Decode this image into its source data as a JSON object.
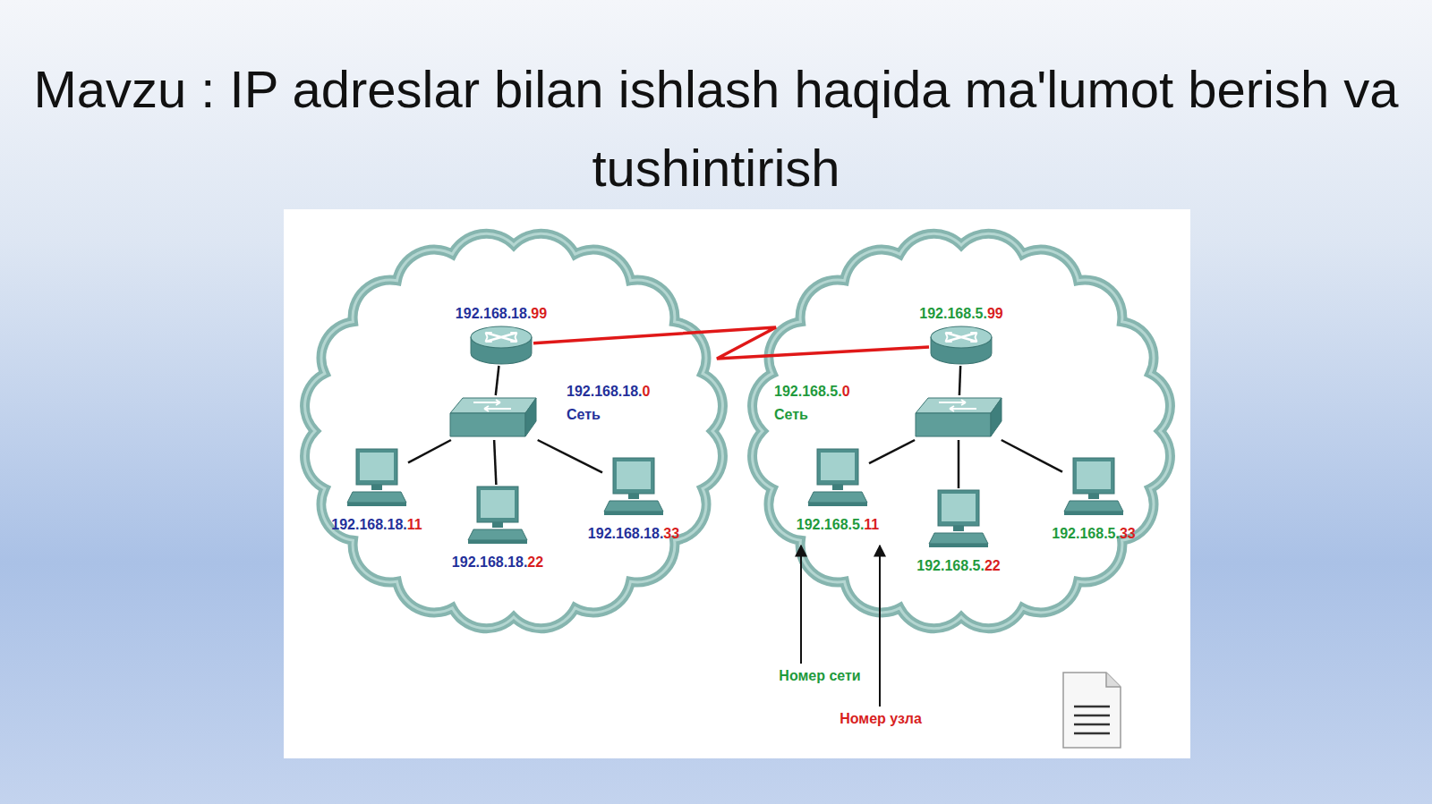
{
  "diagram": {
    "title": "Mavzu : IP adreslar bilan ishlash haqida ma'lumot berish va tushintirish",
    "nodes": [
      {
        "text": [
          "192.168.18.",
          "99"
        ]
      },
      {
        "text": [
          "192.168.18.",
          "0",
          "Сеть"
        ]
      },
      {
        "text": [
          "192.168.18.",
          "11"
        ]
      },
      {
        "text": [
          "192.168.18.",
          "22"
        ]
      },
      {
        "text": [
          "192.168.18.",
          "33"
        ]
      },
      {
        "text": [
          "192.168.5.",
          "99"
        ]
      },
      {
        "text": [
          "192.168.5.",
          "0",
          "Сеть"
        ]
      },
      {
        "text": [
          "192.168.5.",
          "11"
        ]
      },
      {
        "text": [
          "192.168.5.",
          "22"
        ]
      },
      {
        "text": [
          "192.168.5.",
          "33"
        ]
      }
    ],
    "edges": [
      {
        "from": 0,
        "to": 1,
        "arrow": "none"
      },
      {
        "from": 1,
        "to": 2,
        "arrow": "none"
      },
      {
        "from": 1,
        "to": 3,
        "arrow": "none"
      },
      {
        "from": 1,
        "to": 4,
        "arrow": "none"
      },
      {
        "from": 0,
        "to": 5,
        "arrow": "none"
      },
      {
        "from": 5,
        "to": 6,
        "arrow": "none"
      },
      {
        "from": 6,
        "to": 7,
        "arrow": "none"
      },
      {
        "from": 6,
        "to": 8,
        "arrow": "none"
      },
      {
        "from": 6,
        "to": 9,
        "arrow": "none"
      }
    ],
    "labels": [
      "Номер сети",
      "Номер узла"
    ]
  }
}
